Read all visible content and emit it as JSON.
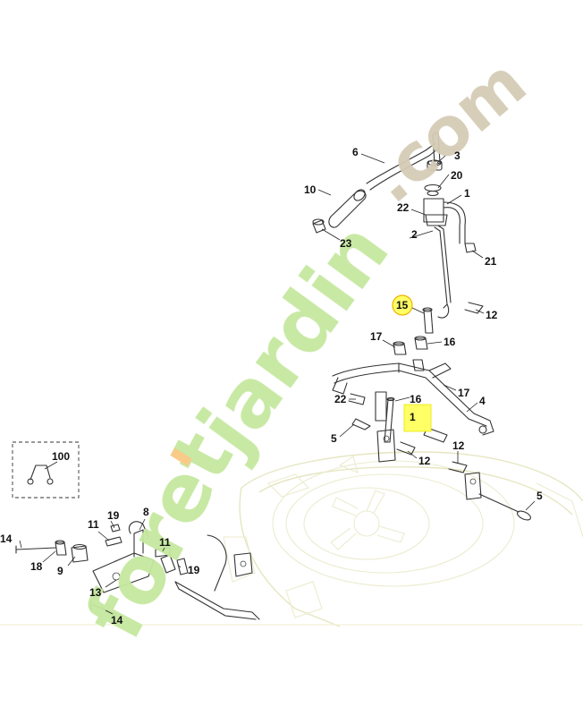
{
  "watermark": {
    "text": "foretjardin.com",
    "colors": {
      "green": "#c6e8a0",
      "orange": "#f8c982",
      "beige": "#d5ccb6"
    }
  },
  "highlight_color": "#ffff66",
  "circle_color": "#f0b000",
  "parts": {
    "p6": "6",
    "p3": "3",
    "p20": "20",
    "p10": "10",
    "p1": "1",
    "p22a": "22",
    "p2": "2",
    "p23": "23",
    "p21": "21",
    "p15": "15",
    "p12a": "12",
    "p17a": "17",
    "p16a": "16",
    "p22b": "22",
    "p16b": "16",
    "p17b": "17",
    "p4": "4",
    "p1b": "1",
    "p5a": "5",
    "p12b": "12",
    "p12c": "12",
    "p100": "100",
    "p5b": "5",
    "p8": "8",
    "p19a": "19",
    "p11a": "11",
    "p14a": "14",
    "p18": "18",
    "p9": "9",
    "p11b": "11",
    "p19b": "19",
    "p13": "13",
    "p14b": "14"
  }
}
